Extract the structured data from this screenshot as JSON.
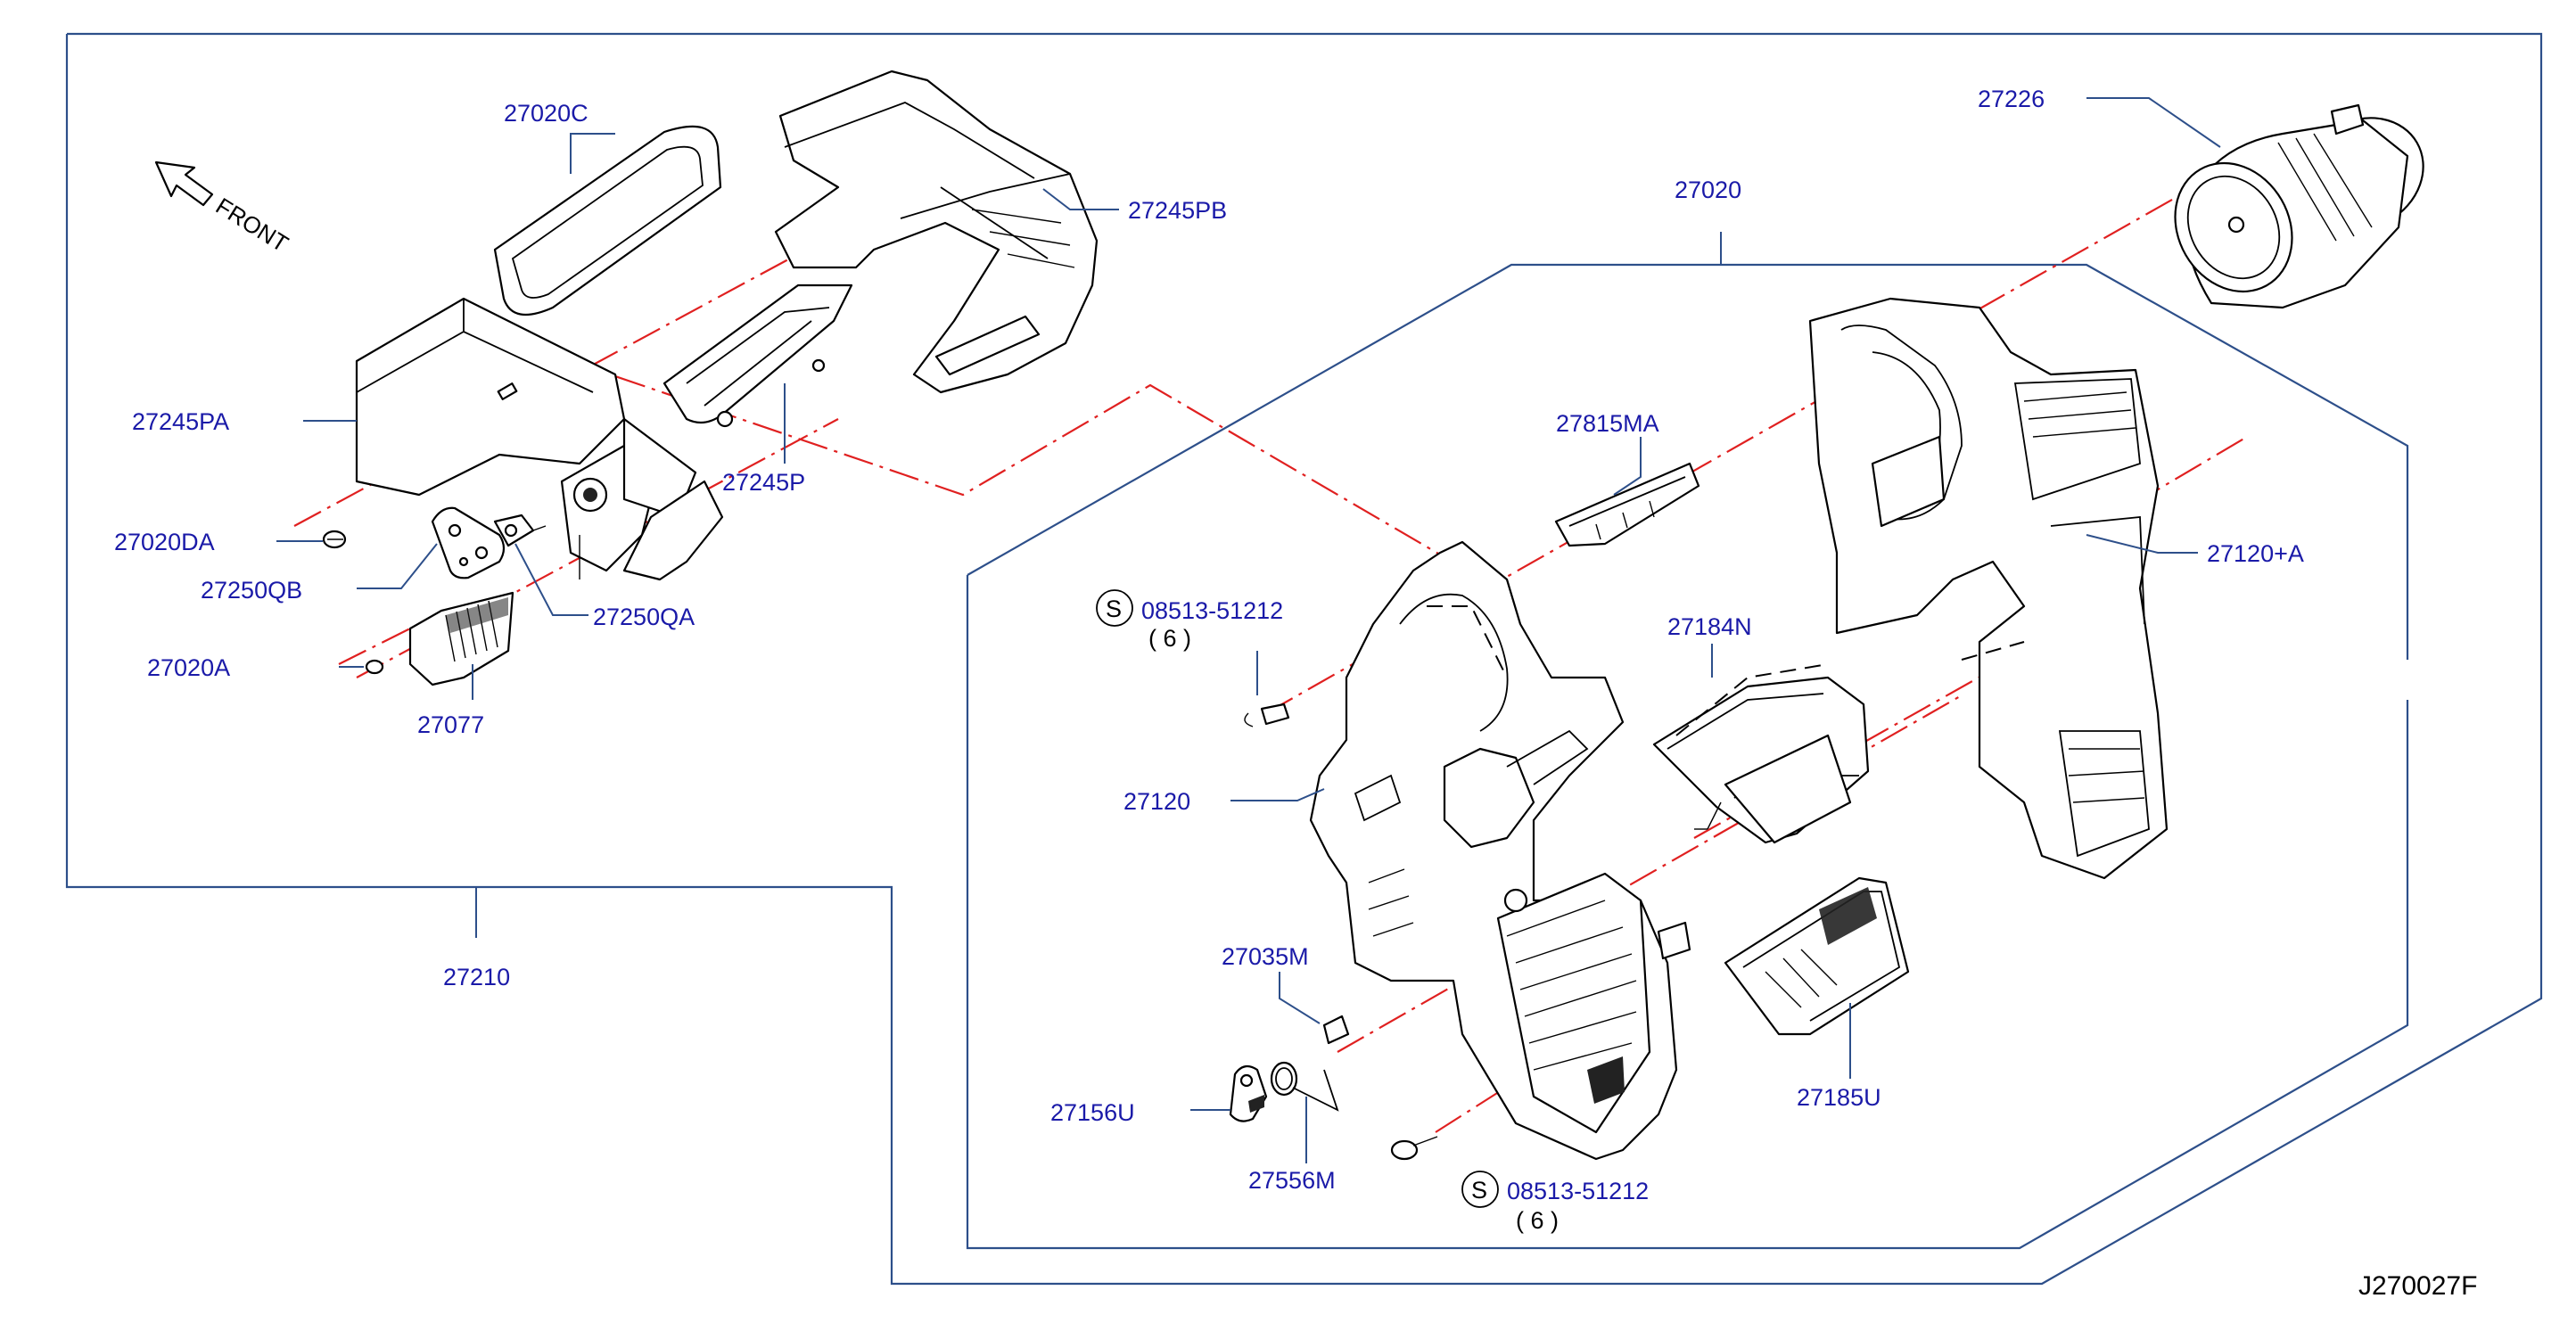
{
  "diagram_code": "J270027F",
  "front_label": "FRONT",
  "parts": {
    "p27020C": "27020C",
    "p27245PB": "27245PB",
    "p27245PA": "27245PA",
    "p27245P": "27245P",
    "p27020DA": "27020DA",
    "p27250QB": "27250QB",
    "p27250QA": "27250QA",
    "p27020A": "27020A",
    "p27077": "27077",
    "p27210": "27210",
    "p27226": "27226",
    "p27020": "27020",
    "p27815MA": "27815MA",
    "p27120A": "27120+A",
    "p27184N": "27184N",
    "p27120": "27120",
    "p27035M": "27035M",
    "p27156U": "27156U",
    "p27556M": "27556M",
    "p27185U": "27185U"
  },
  "screws": {
    "top": {
      "symbol": "S",
      "part": "08513-51212",
      "qty": "( 6 )"
    },
    "bottom": {
      "symbol": "S",
      "part": "08513-51212",
      "qty": "( 6 )"
    }
  },
  "colors": {
    "label": "#1a1aa8",
    "frame": "#2d4f8a",
    "centerline": "#e02020",
    "linework": "#000000"
  }
}
